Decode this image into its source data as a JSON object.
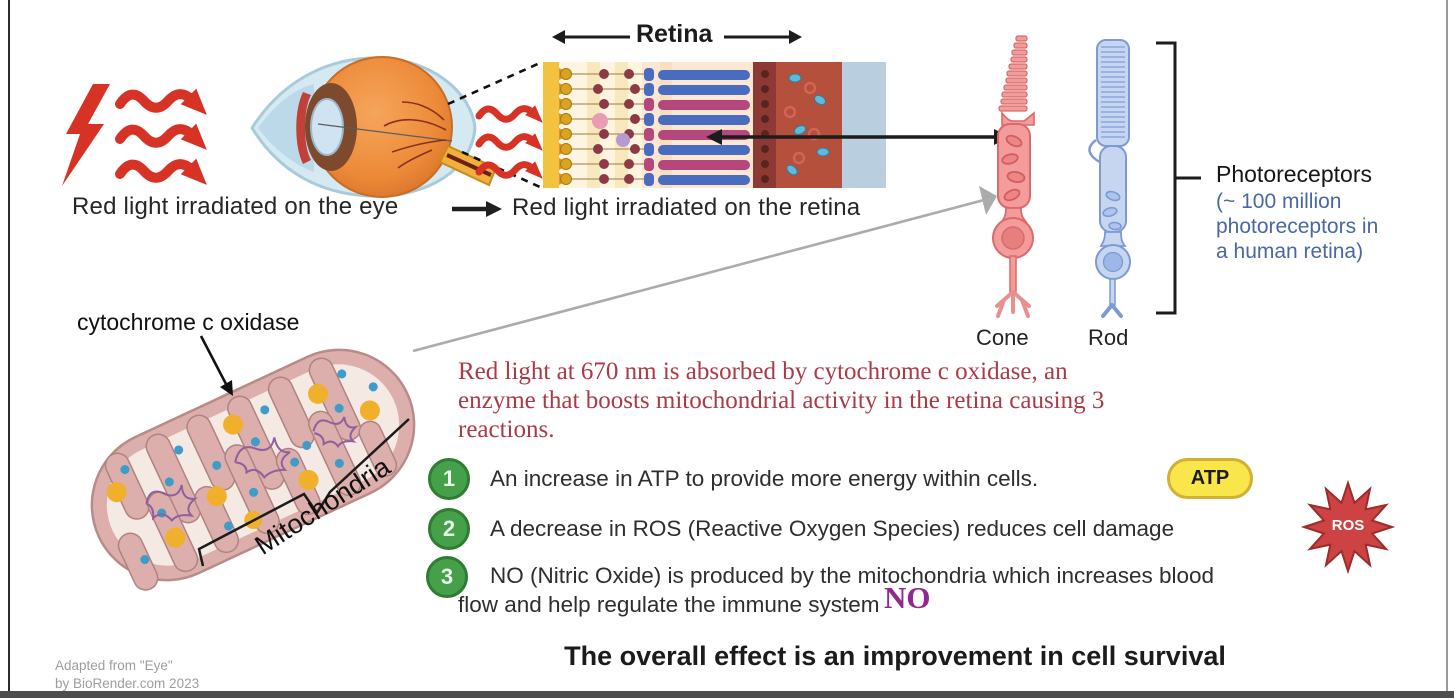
{
  "top": {
    "retina_label": "Retina",
    "eye_caption": "Red light irradiated on the eye",
    "retina_caption": "Red light irradiated on the retina",
    "cone_label": "Cone",
    "rod_label": "Rod",
    "photoreceptors_title": "Photoreceptors",
    "photoreceptors_note": "(~ 100 million photoreceptors in a human retina)"
  },
  "mito": {
    "cco_label": "cytochrome c oxidase",
    "mito_label": "Mitochondria"
  },
  "body": {
    "intro_lines": [
      "Red  light at 670 nm is absorbed by cytochrome c oxidase, an",
      "enzyme  that boosts  mitochondrial activity in the retina causing 3",
      "reactions."
    ],
    "items": [
      {
        "num": "1",
        "lines": [
          "An increase in ATP to provide more energy within cells."
        ],
        "badge": "ATP"
      },
      {
        "num": "2",
        "lines": [
          "A decrease in ROS (Reactive Oxygen Species) reduces cell damage"
        ],
        "badge": "ROS"
      },
      {
        "num": "3",
        "lines": [
          "NO (Nitric Oxide) is produced by the mitochondria which increases blood",
          "flow and help regulate the immune system"
        ],
        "badge": "NO"
      }
    ],
    "conclusion": "The overall effect is an improvement in cell survival"
  },
  "footer": {
    "credit_line1": "Adapted from \"Eye\"",
    "credit_line2": "by BioRender.com 2023"
  },
  "colors": {
    "red_light": "#d63226",
    "intro_text_red": "#ab3a47",
    "note_blue": "#49699e",
    "number_green": "#45a049",
    "atp_yellow": "#f9e64a",
    "ros_red": "#cd4242",
    "no_purple": "#93278f",
    "cone_pink": "#f49c9c",
    "rod_blue": "#c6d6f1"
  }
}
